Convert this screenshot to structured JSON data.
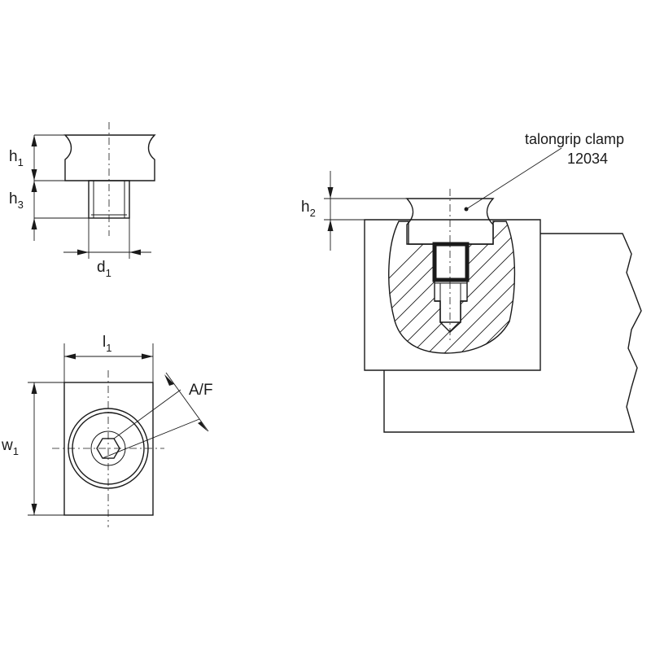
{
  "labels": {
    "h1": {
      "main": "h",
      "sub": "1"
    },
    "h3": {
      "main": "h",
      "sub": "3"
    },
    "d1": {
      "main": "d",
      "sub": "1"
    },
    "l1": {
      "main": "l",
      "sub": "1"
    },
    "w1": {
      "main": "w",
      "sub": "1"
    },
    "af": "A/F",
    "h2": {
      "main": "h",
      "sub": "2"
    }
  },
  "callout": {
    "line1": "talongrip clamp",
    "line2": "12034"
  },
  "colors": {
    "line": "#1a1a1a",
    "background": "#ffffff"
  }
}
